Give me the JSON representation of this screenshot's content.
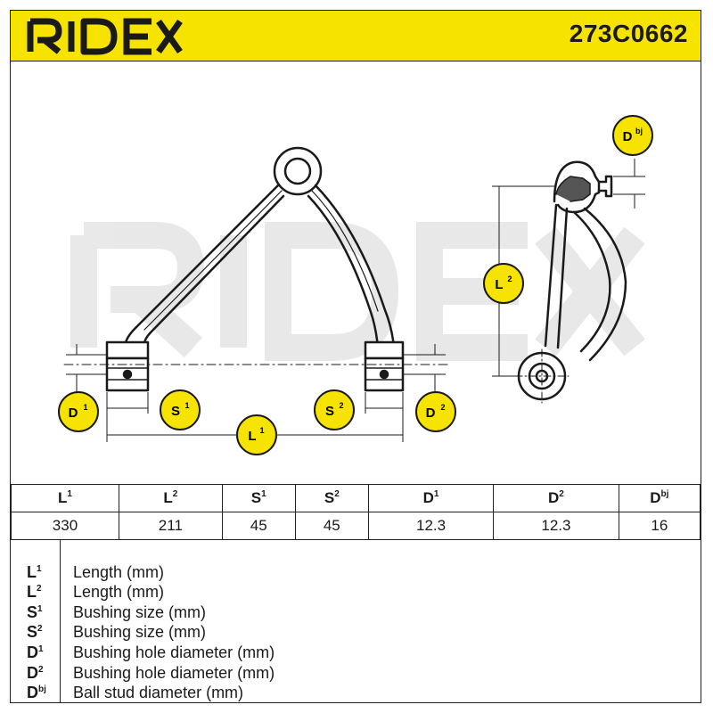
{
  "header": {
    "brand": "RIDEX",
    "part_number": "273C0662",
    "accent_color": "#f6e300"
  },
  "drawing": {
    "watermark": "RIDEX",
    "labels": {
      "L1": {
        "base": "L",
        "sup": "1"
      },
      "L2": {
        "base": "L",
        "sup": "2"
      },
      "S1": {
        "base": "S",
        "sup": "1"
      },
      "S2": {
        "base": "S",
        "sup": "2"
      },
      "D1": {
        "base": "D",
        "sup": "1"
      },
      "D2": {
        "base": "D",
        "sup": "2"
      },
      "Dbj": {
        "base": "D",
        "sup": "bj"
      }
    },
    "badge_color": "#f6e300"
  },
  "specs": {
    "headers": [
      {
        "base": "L",
        "sup": "1"
      },
      {
        "base": "L",
        "sup": "2"
      },
      {
        "base": "S",
        "sup": "1"
      },
      {
        "base": "S",
        "sup": "2"
      },
      {
        "base": "D",
        "sup": "1"
      },
      {
        "base": "D",
        "sup": "2"
      },
      {
        "base": "D",
        "sup": "bj"
      }
    ],
    "values": [
      "330",
      "211",
      "45",
      "45",
      "12.3",
      "12.3",
      "16"
    ]
  },
  "legend": [
    {
      "base": "L",
      "sup": "1",
      "desc": "Length (mm)"
    },
    {
      "base": "L",
      "sup": "2",
      "desc": "Length (mm)"
    },
    {
      "base": "S",
      "sup": "1",
      "desc": "Bushing size (mm)"
    },
    {
      "base": "S",
      "sup": "2",
      "desc": "Bushing size (mm)"
    },
    {
      "base": "D",
      "sup": "1",
      "desc": "Bushing hole diameter (mm)"
    },
    {
      "base": "D",
      "sup": "2",
      "desc": "Bushing hole diameter (mm)"
    },
    {
      "base": "D",
      "sup": "bj",
      "desc": "Ball stud diameter (mm)"
    }
  ]
}
